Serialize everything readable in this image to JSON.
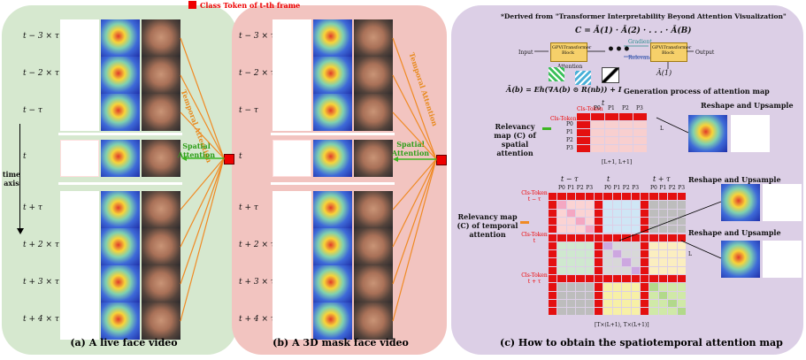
{
  "legend": {
    "class_token": "Class Token of t-th frame",
    "color": "#e00000"
  },
  "panel_a": {
    "caption": "(a) A live face video",
    "temporal_label": "Temporal Attention",
    "spatial_label": "Spatial Attention",
    "rows": [
      "t − 3 × τ",
      "t − 2 × τ",
      "t − τ",
      "t",
      "t + τ",
      "t + 2 × τ",
      "t + 3 × τ",
      "t + 4 × τ"
    ]
  },
  "panel_b": {
    "caption": "(b) A 3D mask face video",
    "temporal_label": "Temporal Attention",
    "spatial_label": "Spatial Attention",
    "rows": [
      "t − 3 × τ",
      "t − 2 × τ",
      "t − τ",
      "t",
      "t + τ",
      "t + 2 × τ",
      "t + 3 × τ",
      "t + 4 × τ"
    ]
  },
  "time_axis": "time axis",
  "panel_c": {
    "caption": "(c) How to obtain the spatiotemporal attention map",
    "derived": "*Derived  from \"Transformer Interpretability Beyond Attention Visualization\"",
    "formula_c": "C = Ā(1) · Ā(2) · . . . · Ā(B)",
    "formula_a": "Ā(b) = Eh(∇A(b) ⊙ R(nb)) + I",
    "input": "Input",
    "output": "Output",
    "block": "GPViTransformer Block",
    "gradient": "Gradient",
    "relevance": "Relevance",
    "attention": "Attention",
    "abar1": "Ā(1)",
    "gen_process": "Generation process of attention map",
    "spatial_rel": "Relevancy map (C) of spatial attention",
    "temporal_rel": "Relevancy map (C) of temporal attention",
    "reshape1": "Reshape and Upsample",
    "reshape2": "Reshape and Upsample",
    "reshape3": "Reshape and Upsample",
    "t_label": "t",
    "cls_token": "Cls-Token",
    "patches": [
      "P0",
      "P1",
      "P2",
      "P3"
    ],
    "dim_spatial": "[L+1, L+1]",
    "dim_temporal": "[T×(L+1), T×(L+1)]",
    "L": "L",
    "t_groups": [
      "t − τ",
      "t",
      "t + τ"
    ],
    "cls_rows": [
      "Cls-Token t − τ",
      "Cls-Token t",
      "Cls-Token t + τ"
    ]
  }
}
